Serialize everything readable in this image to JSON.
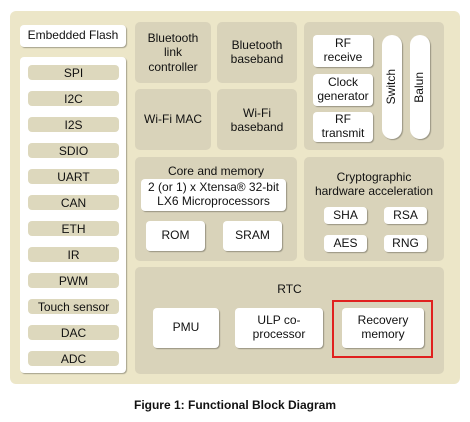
{
  "left_column": {
    "flash": "Embedded Flash",
    "peripherals": [
      "SPI",
      "I2C",
      "I2S",
      "SDIO",
      "UART",
      "CAN",
      "ETH",
      "IR",
      "PWM",
      "Touch sensor",
      "DAC",
      "ADC"
    ]
  },
  "bluetooth": {
    "link_controller": "Bluetooth link controller",
    "baseband": "Bluetooth baseband"
  },
  "wifi": {
    "mac": "Wi-Fi MAC",
    "baseband": "Wi-Fi baseband"
  },
  "rf": {
    "receive": "RF receive",
    "clock_generator": "Clock generator",
    "transmit": "RF transmit",
    "switch": "Switch",
    "balun": "Balun"
  },
  "core": {
    "title": "Core and memory",
    "processor": "2 (or 1) x Xtensa® 32-bit LX6 Microprocessors",
    "rom": "ROM",
    "sram": "SRAM"
  },
  "crypto": {
    "title": "Cryptographic hardware acceleration",
    "sha": "SHA",
    "rsa": "RSA",
    "aes": "AES",
    "rng": "RNG"
  },
  "rtc": {
    "title": "RTC",
    "pmu": "PMU",
    "ulp": "ULP co-processor",
    "recovery": "Recovery memory"
  },
  "highlight_color": "#e0211f",
  "caption": "Figure 1: Functional Block Diagram"
}
